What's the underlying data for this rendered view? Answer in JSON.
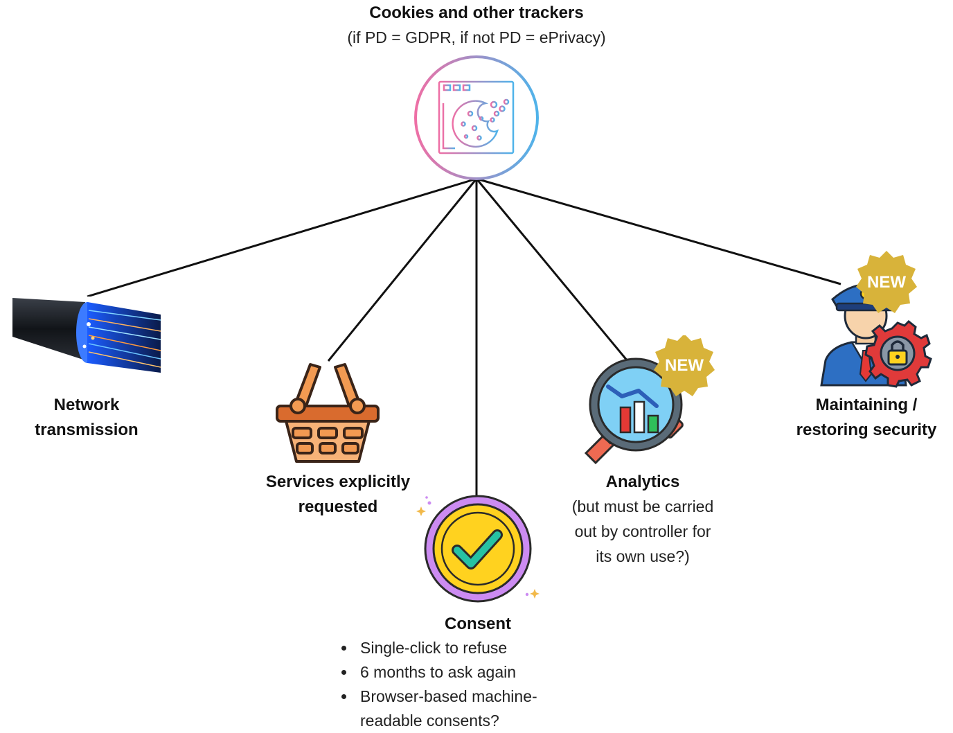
{
  "header": {
    "title": "Cookies and other trackers",
    "subtitle": "(if PD = GDPR, if not PD = ePrivacy)"
  },
  "nodes": {
    "network": {
      "label_line1": "Network",
      "label_line2": "transmission"
    },
    "services": {
      "label_line1": "Services explicitly",
      "label_line2": "requested"
    },
    "consent": {
      "label": "Consent",
      "bullets": [
        "Single-click to refuse",
        "6 months to ask again",
        "Browser-based machine-",
        "readable consents?"
      ]
    },
    "analytics": {
      "label": "Analytics",
      "badge": "NEW",
      "note_line1": "(but must be carried",
      "note_line2": "out by controller for",
      "note_line3": "its own use?)"
    },
    "security": {
      "label_line1": "Maintaining /",
      "label_line2": "restoring security",
      "badge": "NEW"
    }
  },
  "icons": {
    "root": "cookie-browser-icon",
    "network": "fiber-optic-cable-icon",
    "services": "shopping-basket-icon",
    "consent": "checkmark-badge-icon",
    "analytics": "magnifier-chart-icon",
    "security": "security-guard-icon"
  },
  "colors": {
    "gradient_pink": "#ee6fa5",
    "gradient_blue": "#4fb3ea",
    "badge_gold": "#d8b33a",
    "check_yellow": "#ffd21f",
    "check_purple": "#cc8bf2",
    "check_teal": "#27c2a3",
    "basket_orange": "#f29a52",
    "lock_red": "#e03a3a",
    "guard_blue": "#2d6fc3"
  }
}
